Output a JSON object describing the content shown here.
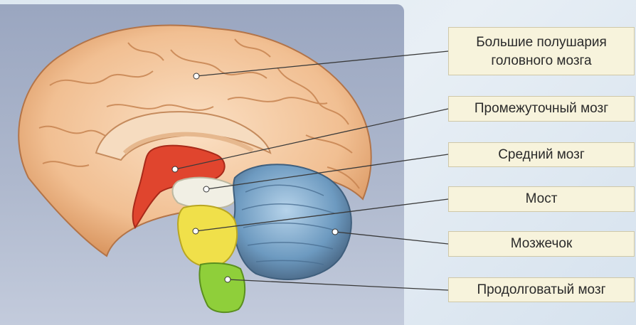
{
  "labels": {
    "hemispheres_line1": "Большие полушария",
    "hemispheres_line2": "головного мозга",
    "diencephalon": "Промежуточный мозг",
    "midbrain": "Средний мозг",
    "pons": "Мост",
    "cerebellum": "Мозжечок",
    "medulla": "Продолговатый мозг"
  },
  "colors": {
    "cerebrum": "#f2c49b",
    "diencephalon": "#e0452e",
    "midbrain": "#f1efe4",
    "pons": "#f0e04a",
    "medulla": "#8fcf3a",
    "cerebellum": "#6f9fc4",
    "label_bg": "#f7f3dc"
  }
}
